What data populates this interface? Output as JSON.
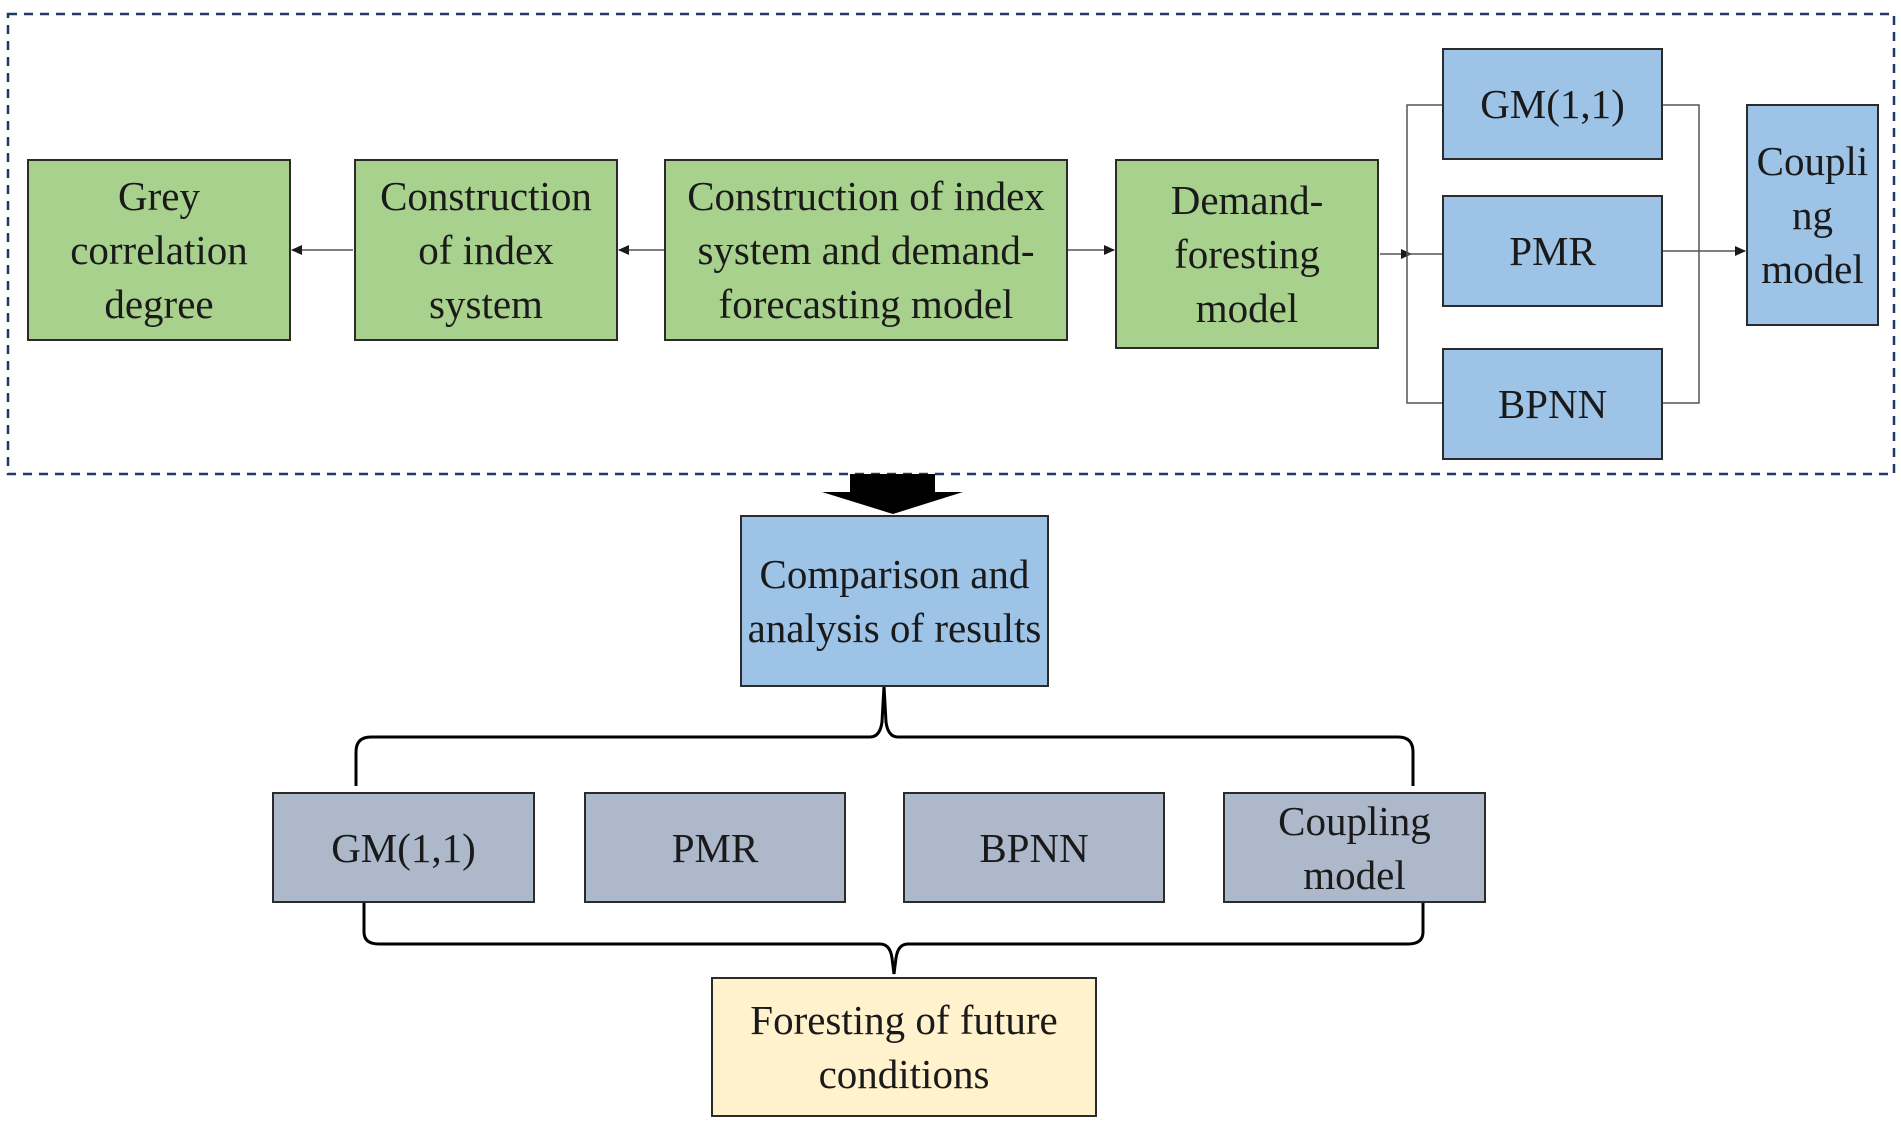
{
  "diagram": {
    "top_row": {
      "grey_correlation": "Grey\ncorrelation\ndegree",
      "index_system": "Construction\nof index\nsystem",
      "index_and_model": "Construction of index\nsystem and demand-\nforecasting model",
      "demand_model": "Demand-\nforesting\nmodel"
    },
    "models": {
      "gm": "GM(1,1)",
      "pmr": "PMR",
      "bpnn": "BPNN",
      "coupling": "Coupli\nng\nmodel"
    },
    "comparison": "Comparison and\nanalysis of results",
    "bottom_models": {
      "gm": "GM(1,1)",
      "pmr": "PMR",
      "bpnn": "BPNN",
      "coupling": "Coupling\nmodel"
    },
    "forecast": "Foresting of future\nconditions"
  },
  "colors": {
    "green": "#a9d18e",
    "blue": "#9dc3e6",
    "grey": "#adb9ca",
    "cream": "#fff2cc",
    "dashed_frame": "#1f3864"
  }
}
